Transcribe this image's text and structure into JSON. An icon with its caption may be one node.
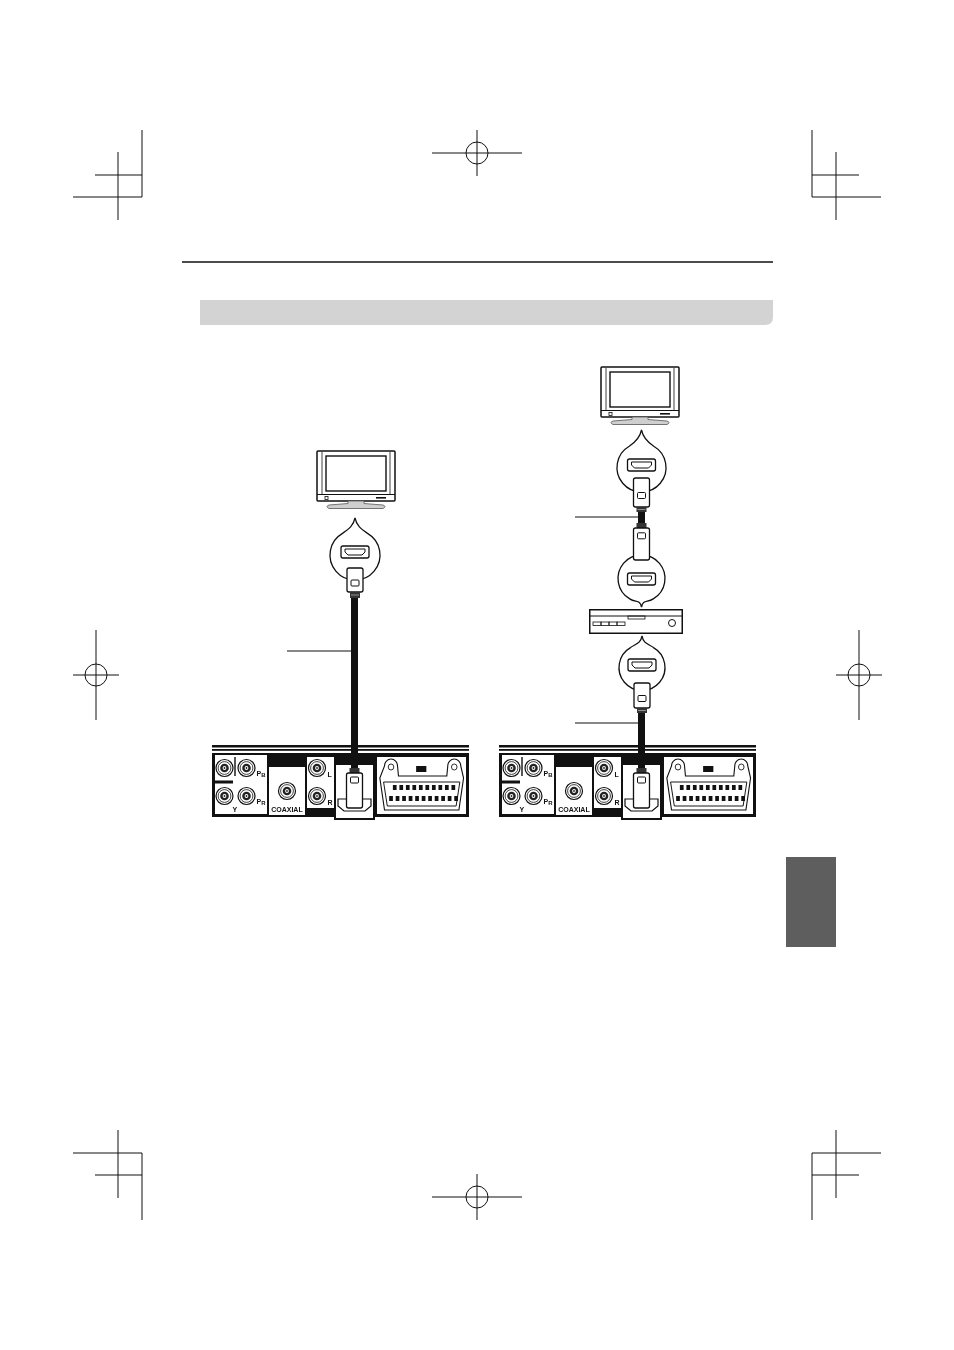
{
  "diagram": {
    "nodes": [
      {
        "text": [],
        "shape": "picture"
      },
      {
        "text": [],
        "shape": "circle"
      },
      {
        "text": [],
        "shape": "cable"
      },
      {
        "text": [
          "P$_{B}$",
          "L",
          "Y",
          "P$_{R}$",
          "COAXIAL",
          "R"
        ]
      },
      {
        "text": [],
        "shape": "picture"
      },
      {
        "text": [],
        "shape": "circle"
      },
      {
        "text": [],
        "shape": "cable"
      },
      {
        "text": [],
        "shape": "circle"
      },
      {
        "text": [],
        "shape": "picture"
      },
      {
        "text": [],
        "shape": "circle"
      },
      {
        "text": [],
        "shape": "cable"
      },
      {
        "text": [
          "P$_{B}$",
          "L",
          "Y",
          "P$_{R}$",
          "COAXIAL",
          "R"
        ]
      },
      {
        "text": [],
        "shape": "box"
      }
    ],
    "edges": [
      {
        "from": null,
        "to": 2,
        "arrow": "none"
      },
      {
        "from": null,
        "to": 6,
        "arrow": "none"
      },
      {
        "from": null,
        "to": 10,
        "arrow": "none"
      }
    ]
  }
}
